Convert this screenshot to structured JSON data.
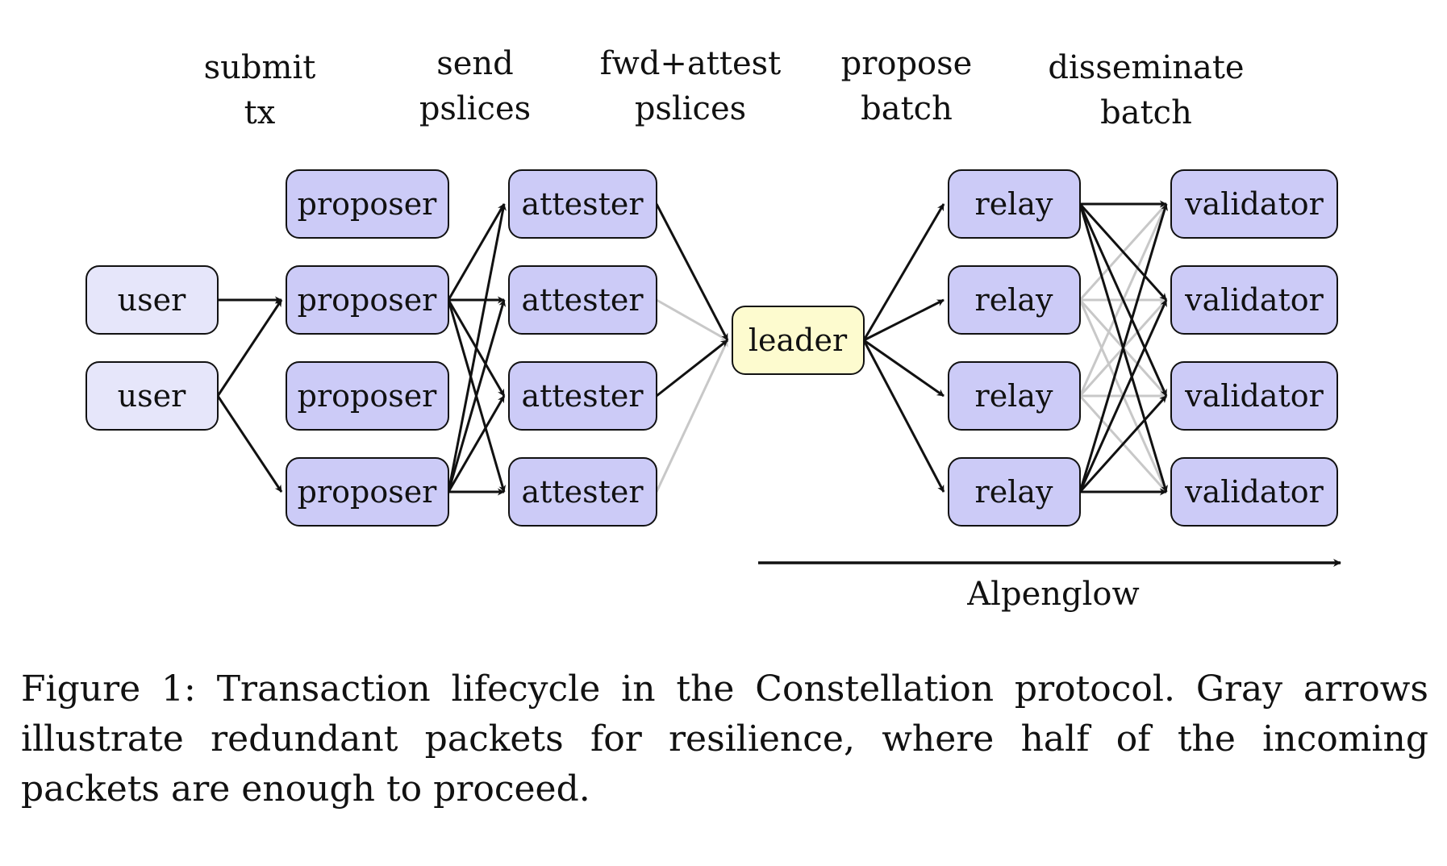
{
  "stage_headers": [
    {
      "line1": "submit",
      "line2": "tx"
    },
    {
      "line1": "send",
      "line2": "pslices"
    },
    {
      "line1": "fwd+attest",
      "line2": "pslices"
    },
    {
      "line1": "propose",
      "line2": "batch"
    },
    {
      "line1": "disseminate",
      "line2": "batch"
    }
  ],
  "nodes": {
    "users": [
      "user",
      "user"
    ],
    "proposers": [
      "proposer",
      "proposer",
      "proposer",
      "proposer"
    ],
    "attesters": [
      "attester",
      "attester",
      "attester",
      "attester"
    ],
    "leader": "leader",
    "relays": [
      "relay",
      "relay",
      "relay",
      "relay"
    ],
    "validators": [
      "validator",
      "validator",
      "validator",
      "validator"
    ]
  },
  "colors": {
    "user_fill": "#e6e6fa",
    "node_fill": "#cccbf7",
    "leader_fill": "#fdfbcf",
    "black_arrow": "#111111",
    "gray_arrow": "#c8c8c8"
  },
  "arrows": {
    "user_to_proposer": [
      [
        0,
        1
      ],
      [
        1,
        1
      ],
      [
        1,
        3
      ]
    ],
    "proposer_to_attester": [
      [
        1,
        0
      ],
      [
        1,
        1
      ],
      [
        1,
        2
      ],
      [
        1,
        3
      ],
      [
        3,
        0
      ],
      [
        3,
        1
      ],
      [
        3,
        2
      ],
      [
        3,
        3
      ]
    ],
    "attester_to_leader": {
      "black": [
        0,
        2
      ],
      "gray": [
        1,
        3
      ]
    },
    "leader_to_relay": [
      0,
      1,
      2,
      3
    ],
    "relay_to_validator": {
      "black_relays": [
        0,
        3
      ],
      "gray_relays": [
        1,
        2
      ]
    }
  },
  "alpenglow_label": "Alpenglow",
  "caption": {
    "line1": "Figure 1:  Transaction lifecycle in the Constellation protocol.  Gray arrows",
    "line2": "illustrate redundant packets for resilience, where half of the incoming packets",
    "line3": "are enough to proceed."
  }
}
